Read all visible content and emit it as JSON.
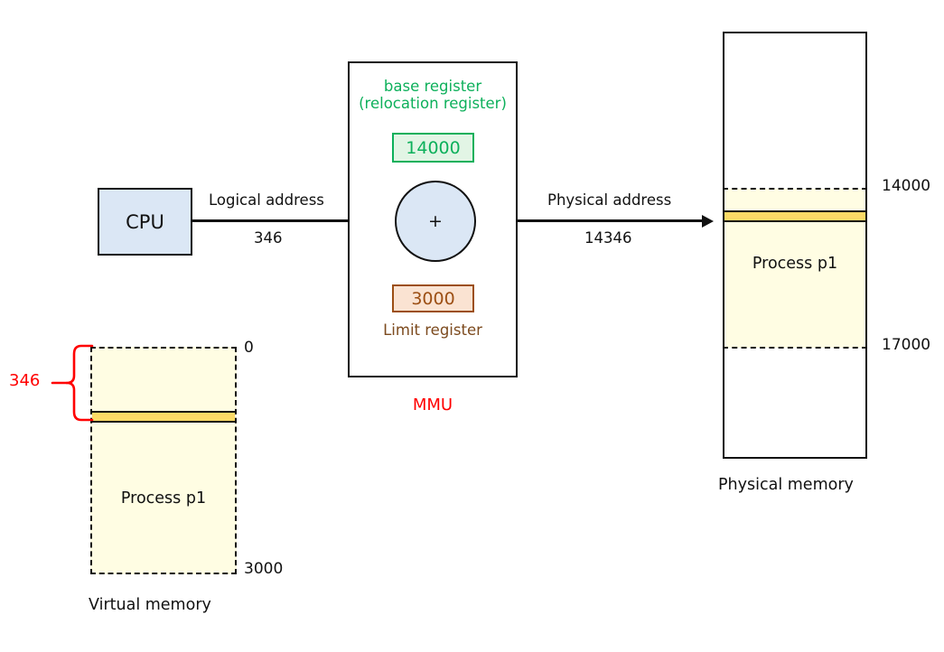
{
  "diagram": {
    "title": "MMU address translation with base and limit registers",
    "colors": {
      "accent_green": "#0db05b",
      "accent_brown": "#9c4f14",
      "accent_red": "#ff0000",
      "memory_cream": "#fffde3",
      "memory_gold": "#fcda66",
      "box_blue": "#dbe7f5",
      "outline": "#111111"
    }
  },
  "cpu": {
    "label": "CPU"
  },
  "logical_arrow": {
    "label": "Logical address",
    "value": "346"
  },
  "physical_arrow": {
    "label": "Physical address",
    "value": "14346"
  },
  "mmu": {
    "caption": "MMU",
    "base_register": {
      "label": "base register\n(relocation register)",
      "value": "14000"
    },
    "adder": {
      "symbol": "+"
    },
    "limit_register": {
      "value": "3000",
      "label": "Limit register"
    }
  },
  "virtual_memory": {
    "caption": "Virtual memory",
    "process_label": "Process p1",
    "top_address": "0",
    "bottom_address": "3000",
    "offset_label": "346"
  },
  "physical_memory": {
    "caption": "Physical memory",
    "process_label": "Process p1",
    "base_address": "14000",
    "limit_address": "17000"
  }
}
